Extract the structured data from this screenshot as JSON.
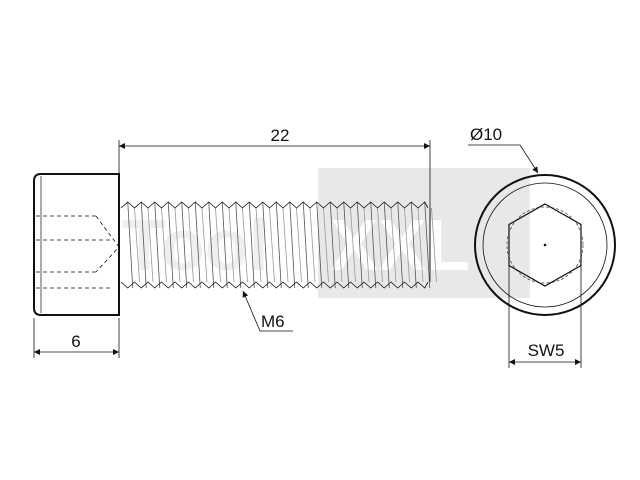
{
  "drawing": {
    "title": "Socket head cap screw",
    "dimensions": {
      "length": "22",
      "head_height": "6",
      "head_diameter": "Ø10",
      "thread": "M6",
      "socket_size": "SW5"
    },
    "watermark": {
      "text_left": "Tool",
      "text_right": "XXL"
    },
    "colors": {
      "line": "#111111",
      "watermark_box": "#e6e6e6",
      "watermark_text": "#f0f0f0"
    }
  }
}
